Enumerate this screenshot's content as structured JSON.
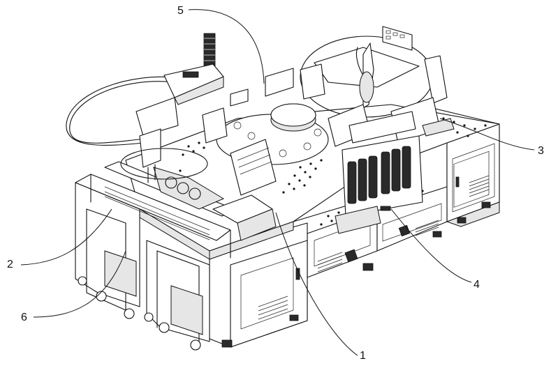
{
  "figure": {
    "description_labels": [
      {
        "id": "label-1",
        "text": "1"
      },
      {
        "id": "label-2",
        "text": "2"
      },
      {
        "id": "label-3",
        "text": "3"
      },
      {
        "id": "label-4",
        "text": "4"
      },
      {
        "id": "label-5",
        "text": "5"
      },
      {
        "id": "label-6",
        "text": "6"
      }
    ]
  }
}
